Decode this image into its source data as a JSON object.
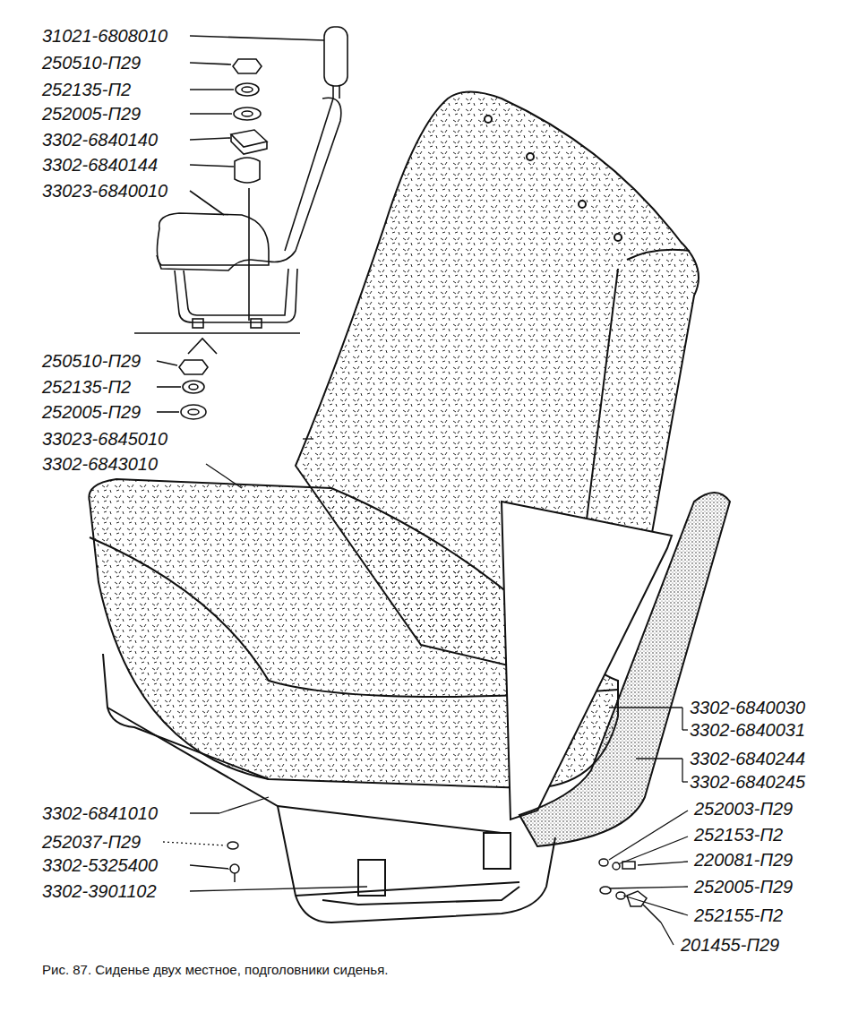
{
  "diagram": {
    "caption": "Рис. 87. Сиденье двух местное, подголовники сиденья.",
    "labels": [
      "31021-6808010",
      "250510-П29",
      "252135-П2",
      "252005-П29",
      "3302-6840140",
      "3302-6840144",
      "33023-6840010",
      "250510-П29",
      "252135-П2",
      "252005-П29",
      "33023-6845010",
      "3302-6843010",
      "3302-6840030",
      "3302-6840031",
      "3302-6840244",
      "3302-6840245",
      "3302-6841010",
      "252037-П29",
      "3302-5325400",
      "3302-3901102",
      "252003-П29",
      "252153-П2",
      "220081-П29",
      "252005-П29",
      "252155-П2",
      "201455-П29"
    ]
  }
}
